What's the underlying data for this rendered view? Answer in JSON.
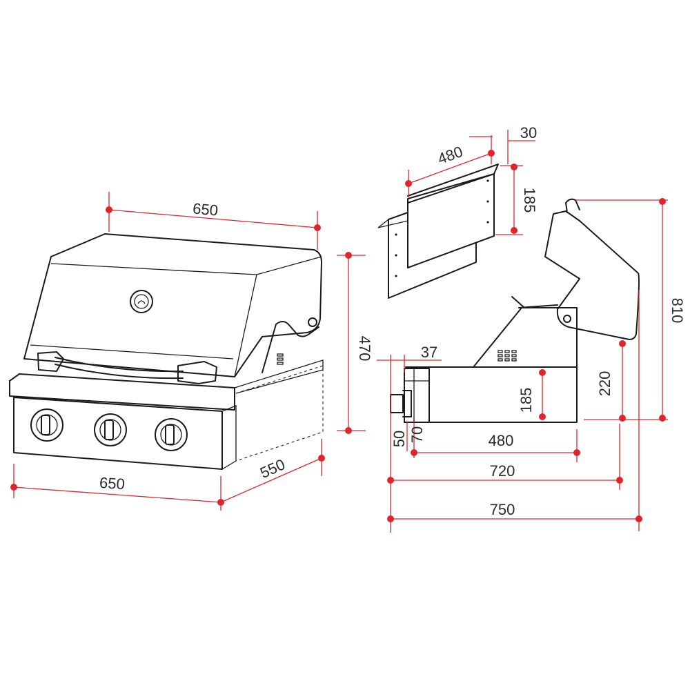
{
  "colors": {
    "line": "#1a1a1a",
    "dimension": "#e0242c",
    "text": "#2a2a2a"
  },
  "dimensions": {
    "front_width_top": "650",
    "front_width_bottom": "650",
    "front_depth": "550",
    "front_height": "470",
    "bracket_width": "480",
    "bracket_offset": "30",
    "bracket_height": "185",
    "side_total_height": "810",
    "side_body_height": "220",
    "side_knob_offset": "37",
    "side_cutout_height": "185",
    "side_depth_50": "50",
    "side_depth_70": "70",
    "side_cutout_depth": "480",
    "side_depth_720": "720",
    "side_depth_750": "750"
  }
}
